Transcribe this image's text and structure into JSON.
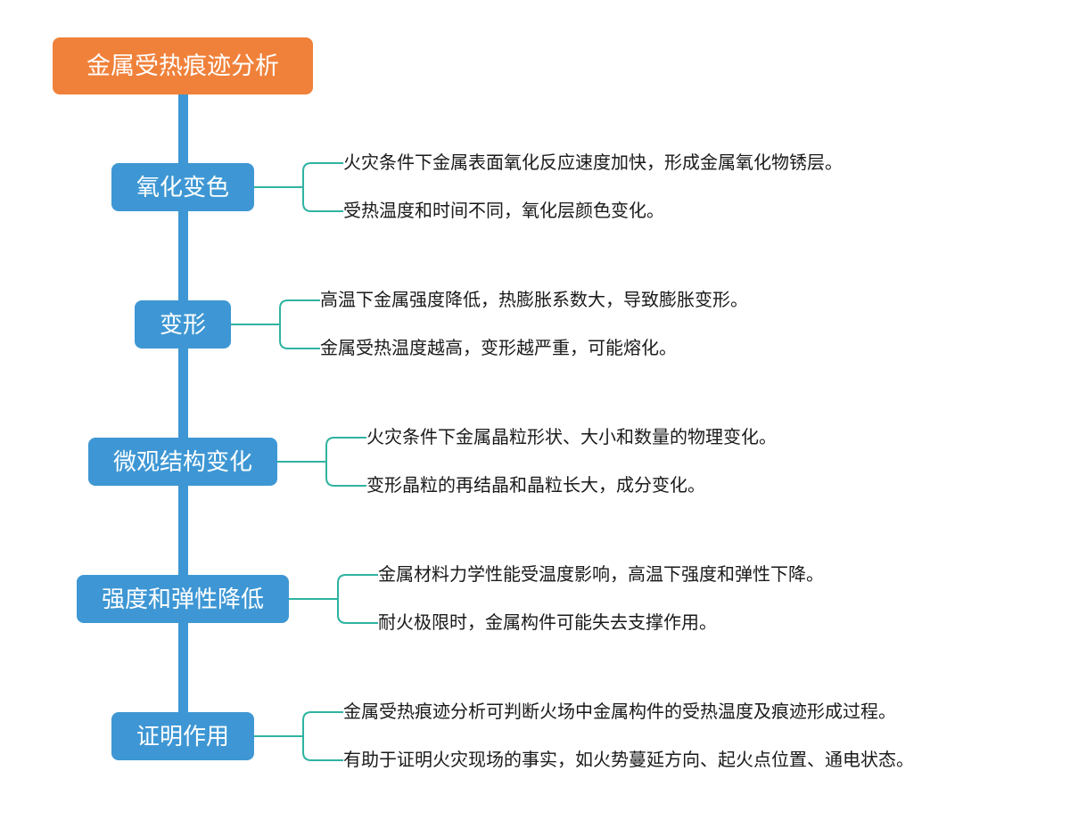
{
  "colors": {
    "root_bg": "#F0813A",
    "node_bg": "#3E97D4",
    "trunk": "#3E97D4",
    "branch_line": "#2FB3A1",
    "leaf_text": "#1A1A1A",
    "node_text": "#FFFFFF"
  },
  "root": {
    "label": "金属受热痕迹分析"
  },
  "branches": [
    {
      "label": "氧化变色",
      "leaves": [
        "火灾条件下金属表面氧化反应速度加快，形成金属氧化物锈层。",
        "受热温度和时间不同，氧化层颜色变化。"
      ]
    },
    {
      "label": "变形",
      "leaves": [
        "高温下金属强度降低，热膨胀系数大，导致膨胀变形。",
        "金属受热温度越高，变形越严重，可能熔化。"
      ]
    },
    {
      "label": "微观结构变化",
      "leaves": [
        "火灾条件下金属晶粒形状、大小和数量的物理变化。",
        "变形晶粒的再结晶和晶粒长大，成分变化。"
      ]
    },
    {
      "label": "强度和弹性降低",
      "leaves": [
        "金属材料力学性能受温度影响，高温下强度和弹性下降。",
        "耐火极限时，金属构件可能失去支撑作用。"
      ]
    },
    {
      "label": "证明作用",
      "leaves": [
        "金属受热痕迹分析可判断火场中金属构件的受热温度及痕迹形成过程。",
        "有助于证明火灾现场的事实，如火势蔓延方向、起火点位置、通电状态。"
      ]
    }
  ]
}
